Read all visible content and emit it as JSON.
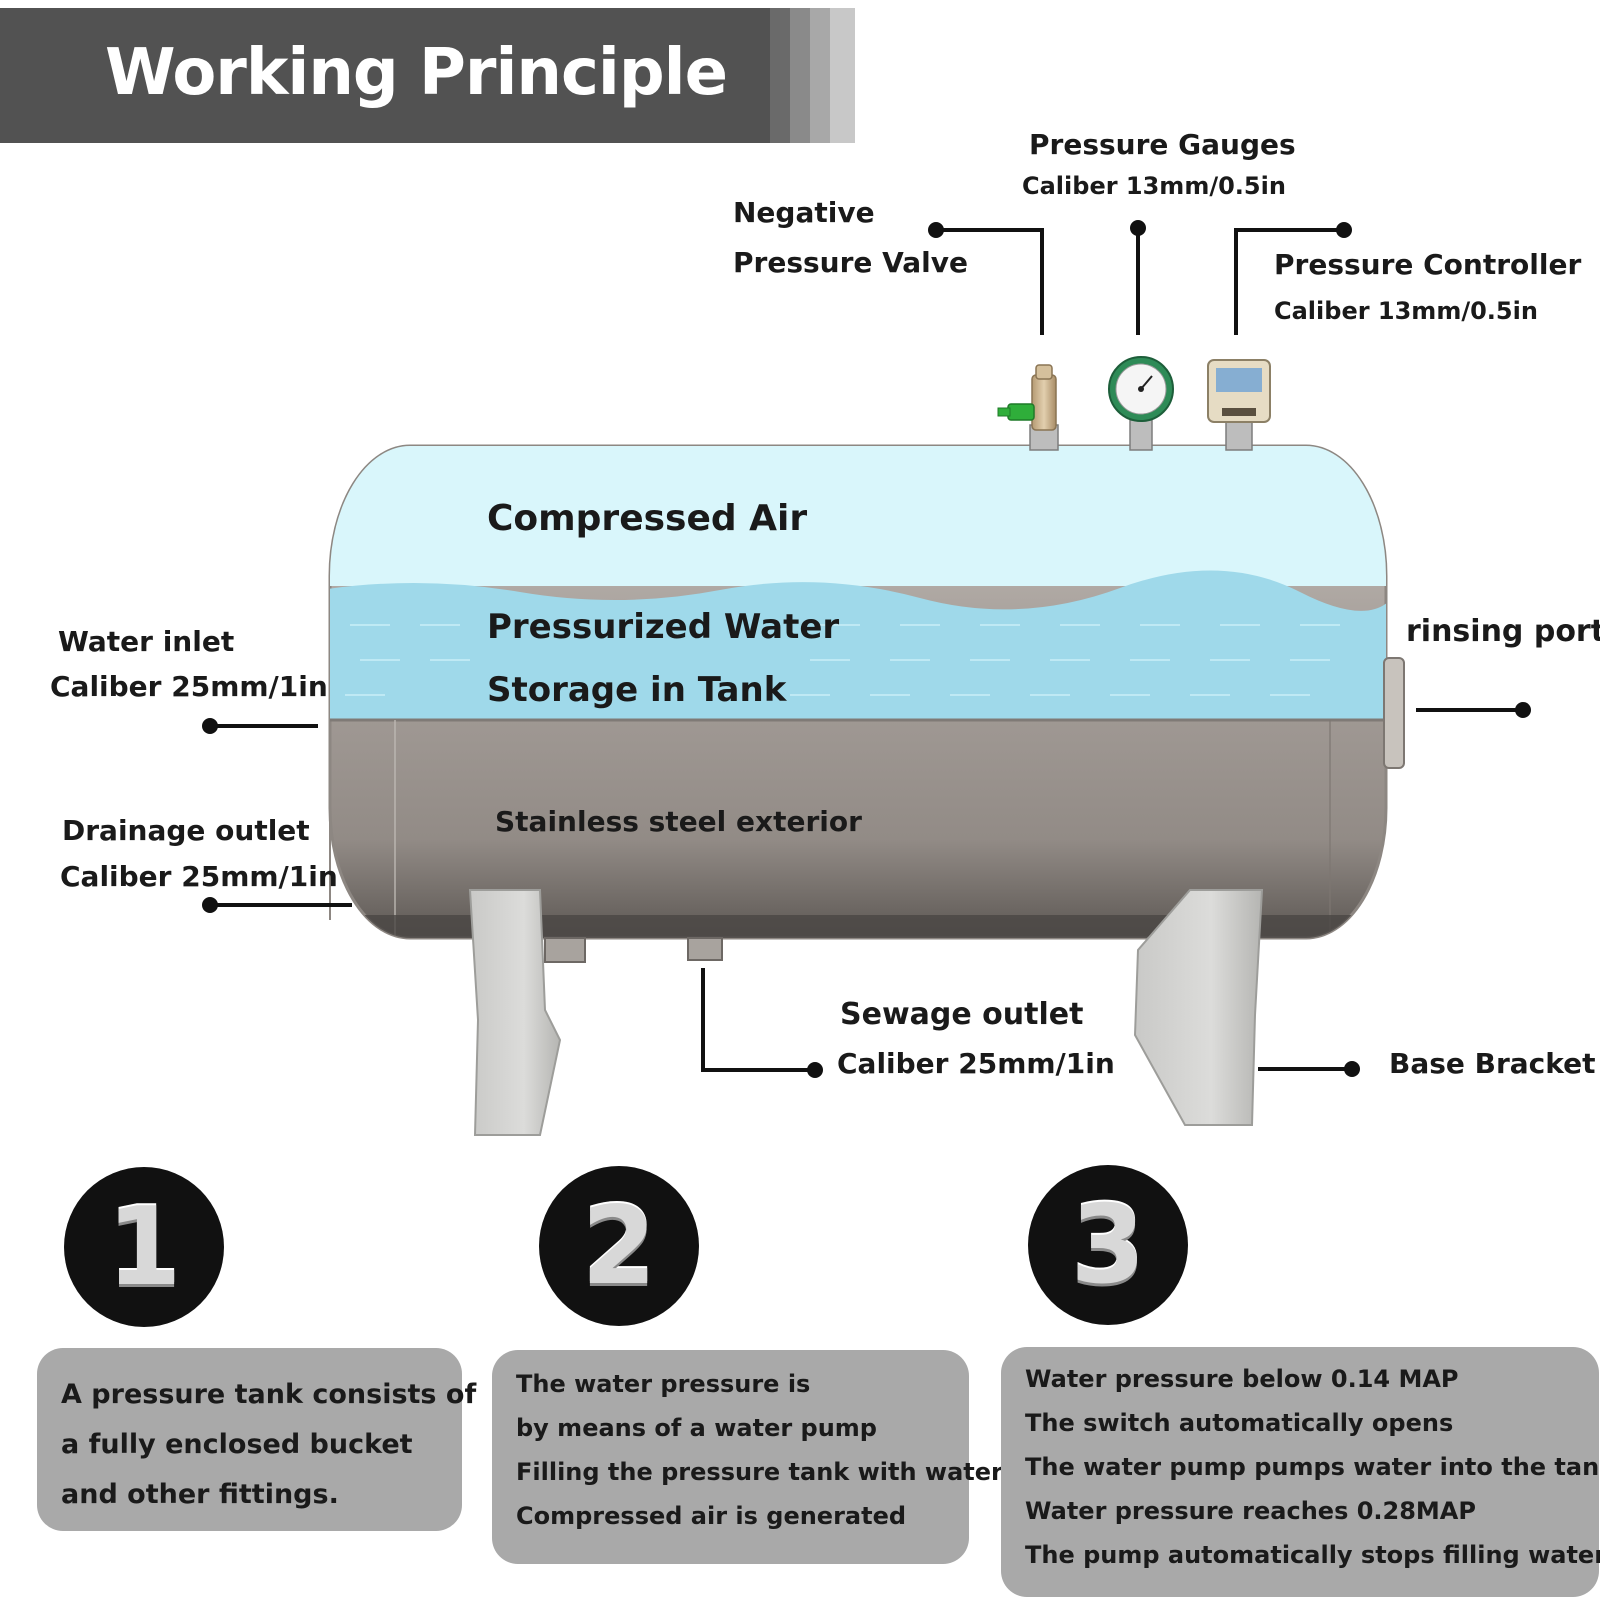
{
  "header": {
    "title": "Working Principle"
  },
  "labels": {
    "negative_valve_line1": "Negative",
    "negative_valve_line2": "Pressure Valve",
    "pressure_gauges": "Pressure Gauges",
    "pressure_gauges_caliber": "Caliber 13mm/0.5in",
    "pressure_controller": "Pressure Controller",
    "pressure_controller_caliber": "Caliber 13mm/0.5in",
    "water_inlet": "Water inlet",
    "water_inlet_caliber": "Caliber 25mm/1in",
    "drainage_outlet": "Drainage outlet",
    "drainage_outlet_caliber": "Caliber 25mm/1in",
    "rinsing_port": "rinsing port",
    "sewage_outlet": "Sewage outlet",
    "sewage_outlet_caliber": "Caliber 25mm/1in",
    "base_bracket": "Base Bracket"
  },
  "tank": {
    "compressed_air": "Compressed Air",
    "pressurized_water_line1": "Pressurized Water",
    "pressurized_water_line2": "Storage in Tank",
    "exterior": "Stainless steel exterior"
  },
  "steps": [
    {
      "number": "1",
      "lines": [
        "A pressure tank consists of",
        "a fully enclosed bucket",
        "and other fittings."
      ]
    },
    {
      "number": "2",
      "lines": [
        "The water pressure is",
        "by means of a water pump",
        "Filling the pressure tank with water",
        "Compressed air is generated"
      ]
    },
    {
      "number": "3",
      "lines": [
        "Water pressure below 0.14 MAP",
        "The switch automatically opens",
        "The water pump pumps water into the tank.",
        "Water pressure reaches 0.28MAP",
        "The pump automatically stops filling water."
      ]
    }
  ],
  "colors": {
    "header_bg": "#525252",
    "air_zone": "#d9f6fb",
    "water_zone": "#9fd9ea",
    "steel": "#aaa39e",
    "card_bg": "#a9a9a9",
    "badge_bg": "#111111",
    "gauge_ring": "#2e8b57",
    "valve_green": "#2fae3a"
  }
}
